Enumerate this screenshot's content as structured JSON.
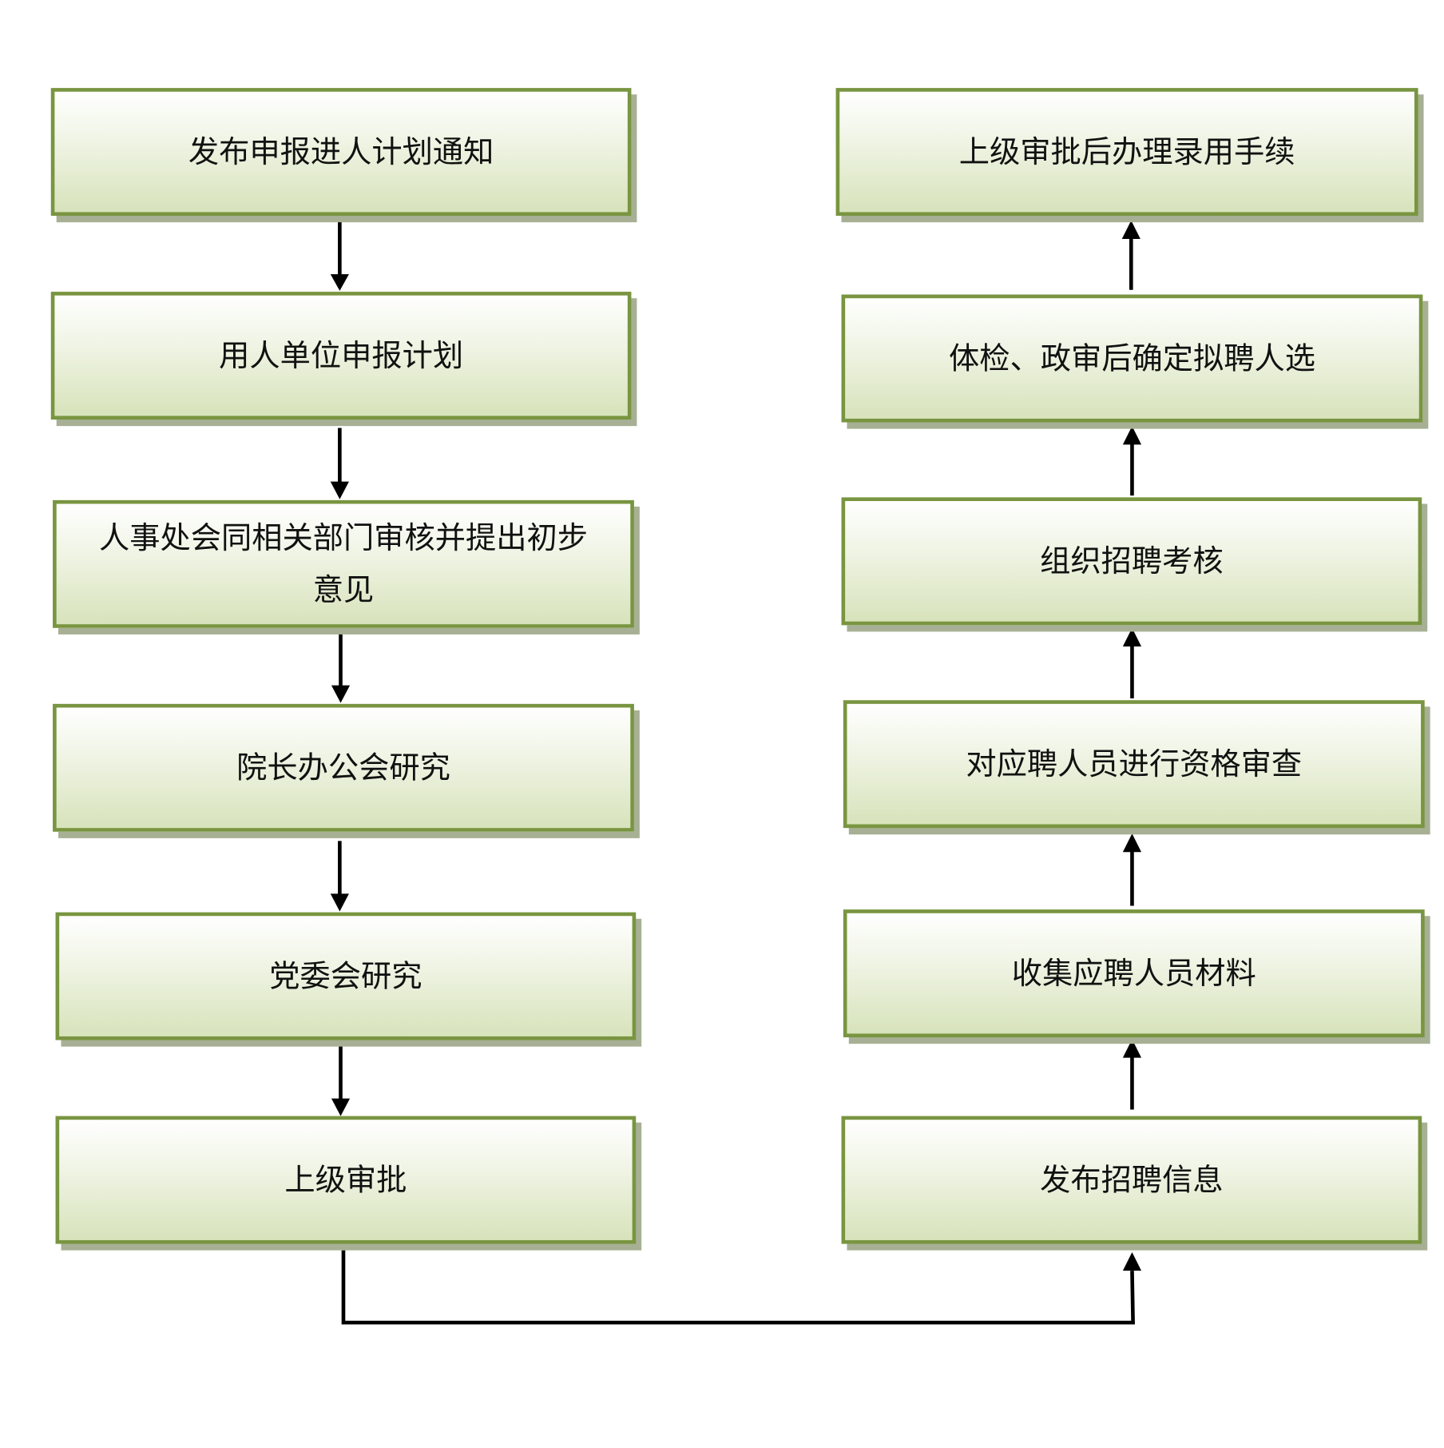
{
  "left_steps": [
    "发布申报进人计划通知",
    "用人单位申报计划",
    "人事处会同相关部门审核并提出初步意见",
    "院长办公会研究",
    "党委会研究",
    "上级审批"
  ],
  "right_steps": [
    "上级审批后办理录用手续",
    "体检、政审后确定拟聘人选",
    "组织招聘考核",
    "对应聘人员进行资格审查",
    "收集应聘人员材料",
    "发布招聘信息"
  ],
  "colors": {
    "border": "#799540",
    "shadow": "#a7b094",
    "fill_bottom": "#d7e3bb",
    "arrow": "#000000"
  }
}
